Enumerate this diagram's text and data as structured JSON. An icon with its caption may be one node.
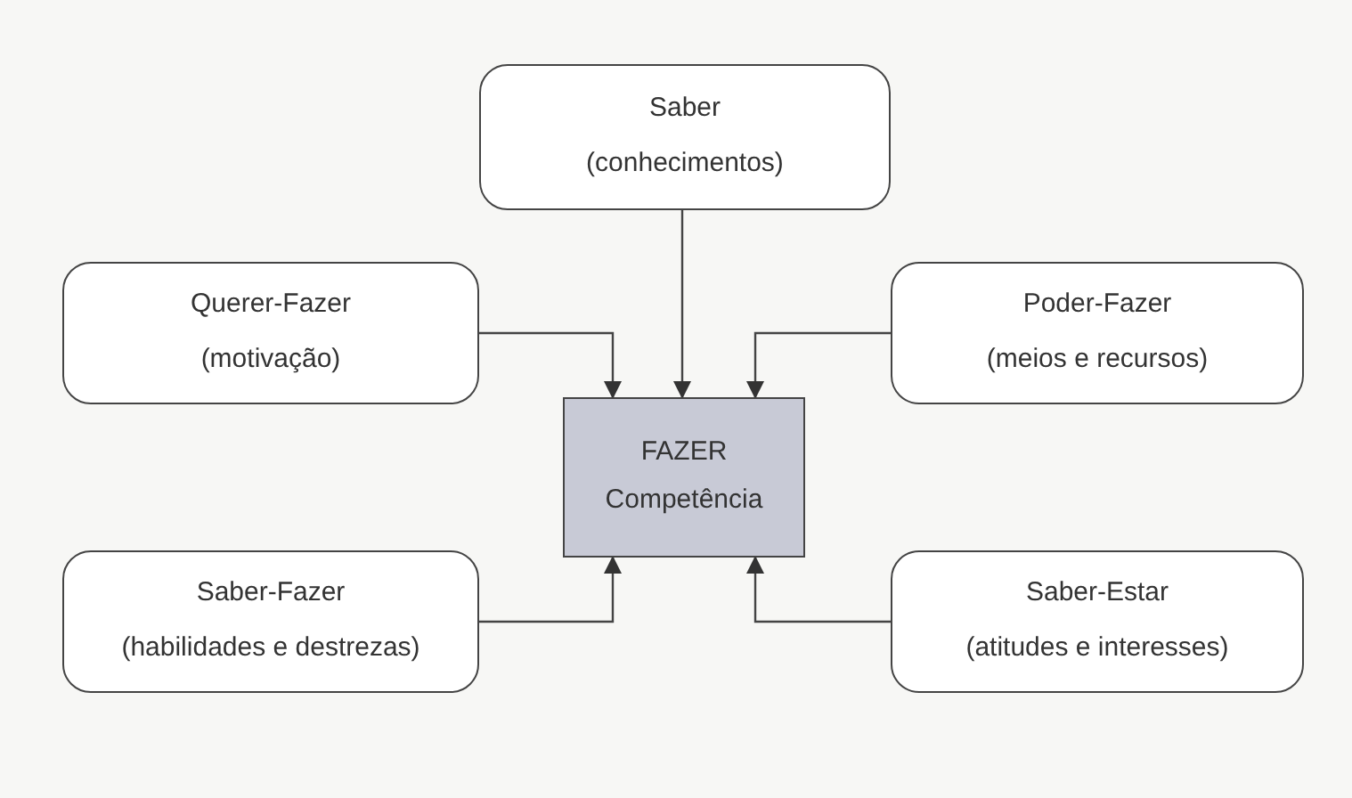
{
  "diagram": {
    "nodes": [
      {
        "text": [
          "Saber",
          "(conhecimentos)"
        ]
      },
      {
        "text": [
          "Querer-Fazer",
          "(motivação)"
        ]
      },
      {
        "text": [
          "Poder-Fazer",
          "(meios e recursos)"
        ]
      },
      {
        "text": [
          "FAZER",
          "Competência"
        ]
      },
      {
        "text": [
          "Saber-Fazer",
          "(habilidades e destrezas)"
        ]
      },
      {
        "text": [
          "Saber-Estar",
          "(atitudes e interesses)"
        ]
      }
    ],
    "edges": [
      {
        "from": 0,
        "to": 3,
        "arrow": "to"
      },
      {
        "from": 1,
        "to": 3,
        "arrow": "to"
      },
      {
        "from": 2,
        "to": 3,
        "arrow": "to"
      },
      {
        "from": 4,
        "to": 3,
        "arrow": "to"
      },
      {
        "from": 5,
        "to": 3,
        "arrow": "to"
      }
    ]
  }
}
